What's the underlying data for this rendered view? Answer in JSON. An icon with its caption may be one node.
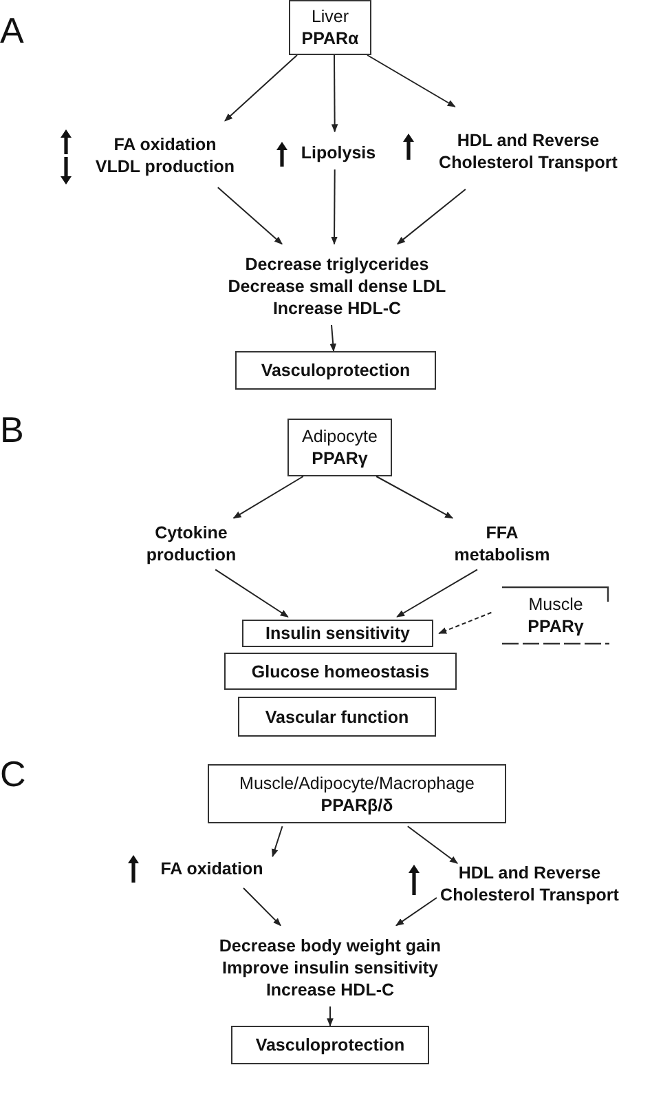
{
  "diagram": {
    "nodes": [
      {
        "text": [
          "Liver",
          "PPARα"
        ]
      },
      {
        "text": [
          "FA oxidation",
          "VLDL production"
        ]
      },
      {
        "text": [
          "Lipolysis"
        ]
      },
      {
        "text": [
          "HDL and Reverse Cholesterol Transport"
        ]
      },
      {
        "text": [
          "Decrease triglycerides",
          "Decrease small dense LDL",
          "Increase HDL-C"
        ]
      },
      {
        "text": [
          "Vasculoprotection"
        ]
      },
      {
        "text": [
          "Adipocyte",
          "PPARγ"
        ]
      },
      {
        "text": [
          "Cytokine production"
        ]
      },
      {
        "text": [
          "FFA metabolism"
        ]
      },
      {
        "text": [
          "Insulin sensitivity"
        ]
      },
      {
        "text": [
          "Glucose homeostasis"
        ]
      },
      {
        "text": [
          "Vascular function"
        ]
      },
      {
        "text": [
          "Muscle",
          "PPARγ"
        ]
      },
      {
        "text": [
          "Muscle/Adipocyte/Macrophage",
          "PPARβ/δ"
        ]
      },
      {
        "text": [
          "FA oxidation"
        ]
      },
      {
        "text": [
          "HDL and Reverse Cholesterol Transport"
        ]
      },
      {
        "text": [
          "Decrease body weight gain",
          "Improve insulin sensitivity",
          "Increase HDL-C"
        ]
      },
      {
        "text": [
          "Vasculoprotection"
        ]
      }
    ],
    "edges": [
      {
        "from": 0,
        "to": 1,
        "arrow": "to"
      },
      {
        "from": 0,
        "to": 2,
        "arrow": "to"
      },
      {
        "from": 0,
        "to": 3,
        "arrow": "to"
      },
      {
        "from": 1,
        "to": 4,
        "arrow": "to"
      },
      {
        "from": 2,
        "to": 4,
        "arrow": "to"
      },
      {
        "from": 3,
        "to": 4,
        "arrow": "to"
      },
      {
        "from": 4,
        "to": 5,
        "arrow": "to"
      },
      {
        "from": 6,
        "to": 7,
        "arrow": "to"
      },
      {
        "from": 6,
        "to": 8,
        "arrow": "to"
      },
      {
        "from": 7,
        "to": 9,
        "arrow": "to"
      },
      {
        "from": 8,
        "to": 9,
        "arrow": "to"
      },
      {
        "from": 12,
        "to": 9,
        "arrow": "to",
        "style": "dashed"
      },
      {
        "from": 13,
        "to": 14,
        "arrow": "to"
      },
      {
        "from": 13,
        "to": 15,
        "arrow": "to"
      },
      {
        "from": 14,
        "to": 16,
        "arrow": "to"
      },
      {
        "from": 15,
        "to": 16,
        "arrow": "to"
      },
      {
        "from": 16,
        "to": 17,
        "arrow": "to"
      }
    ],
    "labels": [
      "A",
      "B",
      "C"
    ]
  }
}
